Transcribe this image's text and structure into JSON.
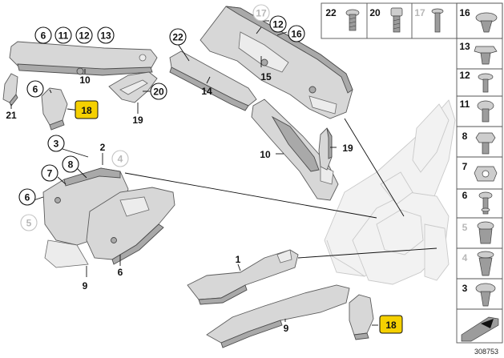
{
  "diagram_id": "308753",
  "callouts": {
    "c6": "6",
    "c11": "11",
    "c12": "12",
    "c13": "13",
    "c10a": "10",
    "c6b": "6",
    "c18a": "18",
    "c21": "21",
    "c20": "20",
    "c19a": "19",
    "c22": "22",
    "c14": "14",
    "c17": "17",
    "c12b": "12",
    "c16": "16",
    "c15": "15",
    "c10b": "10",
    "c19b": "19",
    "c3": "3",
    "c2": "2",
    "c4": "4",
    "c7": "7",
    "c8": "8",
    "c6c": "6",
    "c5": "5",
    "c9a": "9",
    "c6d": "6",
    "c1": "1",
    "c9b": "9",
    "c18b": "18"
  },
  "fastener_table": {
    "top_row": [
      "22",
      "20",
      "17",
      "16"
    ],
    "right_column": [
      "13",
      "12",
      "11",
      "8",
      "7",
      "6",
      "5",
      "4",
      "3"
    ]
  }
}
